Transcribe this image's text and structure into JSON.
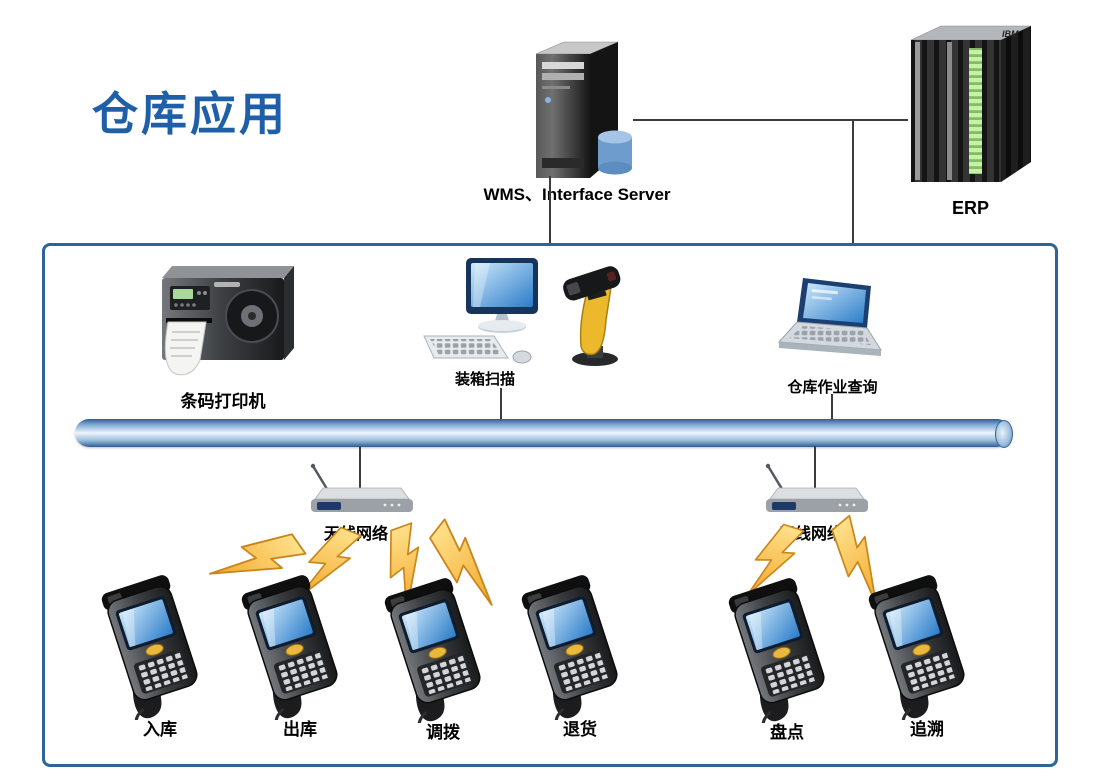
{
  "title": "仓库应用",
  "top": {
    "wms_label": "WMS、Interface Server",
    "erp_label": "ERP",
    "erp_logo": "IBM"
  },
  "stations": {
    "printer_label": "条码打印机",
    "packing_label": "装箱扫描",
    "query_label": "仓库作业查询"
  },
  "wireless": {
    "left_label": "无线网络",
    "right_label": "无线网络"
  },
  "handhelds": [
    {
      "label": "入库"
    },
    {
      "label": "出库"
    },
    {
      "label": "调拨"
    },
    {
      "label": "退货"
    },
    {
      "label": "盘点"
    },
    {
      "label": "追溯"
    }
  ],
  "icons": {
    "tower-server-icon": "3d dark tower PC with blue database cylinder",
    "mainframe-server-icon": "black rack server with green LED strip",
    "barcode-printer-icon": "industrial label printer with paper output",
    "desktop-computer-icon": "monitor with keyboard and mouse",
    "barcode-scanner-icon": "yellow handheld gun scanner in cradle",
    "laptop-icon": "open laptop with blue screen",
    "wireless-router-icon": "gray access point with antenna",
    "lightning-bolt-icon": "yellow wireless signal bolt",
    "handheld-terminal-icon": "pistol-grip mobile computer with blue screen"
  },
  "colors": {
    "title_blue": "#1F5FA8",
    "box_border": "#2E6496",
    "bus_blue": "#2F5C92",
    "bolt_yellow": "#F3B73A",
    "screen_blue": "#2B7CC9",
    "db_cylinder_blue": "#6E9CCD",
    "scanner_yellow": "#ECB92C",
    "erp_led_green": "#7FBF62",
    "line_gray": "#3C3C3C"
  }
}
